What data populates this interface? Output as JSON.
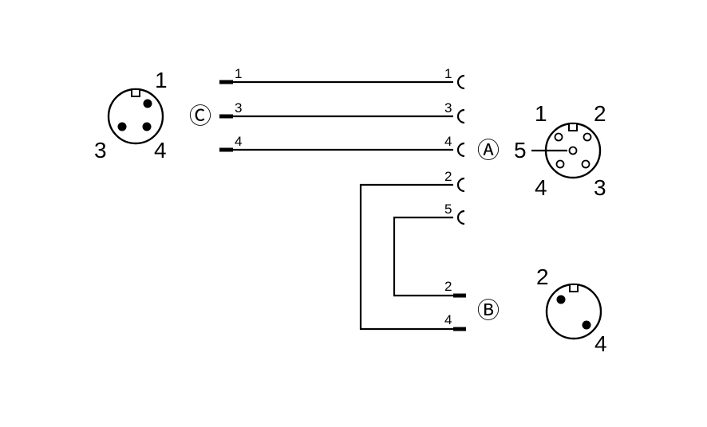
{
  "connector_c": {
    "marker": "Ⓒ",
    "pins": [
      "1",
      "3",
      "4"
    ]
  },
  "connector_a": {
    "marker": "Ⓐ",
    "pins": [
      "1",
      "2",
      "5",
      "4",
      "3"
    ]
  },
  "connector_b": {
    "marker": "Ⓑ",
    "pins": [
      "2",
      "4"
    ]
  },
  "wires": [
    {
      "from": "C-1",
      "to": "A-1",
      "left_label": "1",
      "right_label": "1"
    },
    {
      "from": "C-3",
      "to": "A-3",
      "left_label": "3",
      "right_label": "3"
    },
    {
      "from": "C-4",
      "to": "A-4",
      "left_label": "4",
      "right_label": "4"
    },
    {
      "from": "A-2",
      "to": "B-4",
      "top_label": "2",
      "bottom_label": "4"
    },
    {
      "from": "A-5",
      "to": "B-2",
      "top_label": "5",
      "bottom_label": "2"
    }
  ]
}
